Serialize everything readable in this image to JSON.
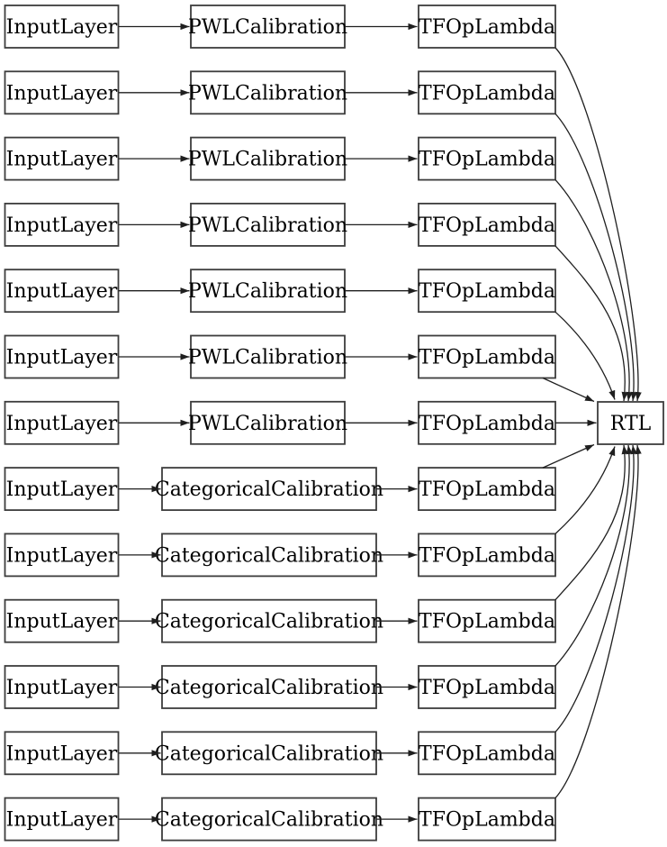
{
  "diagram": {
    "rtl_label": "RTL",
    "rows": [
      {
        "input_label": "InputLayer",
        "calibration_label": "PWLCalibration",
        "calibration_type": "pwl",
        "op_label": "TFOpLambda"
      },
      {
        "input_label": "InputLayer",
        "calibration_label": "PWLCalibration",
        "calibration_type": "pwl",
        "op_label": "TFOpLambda"
      },
      {
        "input_label": "InputLayer",
        "calibration_label": "PWLCalibration",
        "calibration_type": "pwl",
        "op_label": "TFOpLambda"
      },
      {
        "input_label": "InputLayer",
        "calibration_label": "PWLCalibration",
        "calibration_type": "pwl",
        "op_label": "TFOpLambda"
      },
      {
        "input_label": "InputLayer",
        "calibration_label": "PWLCalibration",
        "calibration_type": "pwl",
        "op_label": "TFOpLambda"
      },
      {
        "input_label": "InputLayer",
        "calibration_label": "PWLCalibration",
        "calibration_type": "pwl",
        "op_label": "TFOpLambda"
      },
      {
        "input_label": "InputLayer",
        "calibration_label": "PWLCalibration",
        "calibration_type": "pwl",
        "op_label": "TFOpLambda"
      },
      {
        "input_label": "InputLayer",
        "calibration_label": "CategoricalCalibration",
        "calibration_type": "categorical",
        "op_label": "TFOpLambda"
      },
      {
        "input_label": "InputLayer",
        "calibration_label": "CategoricalCalibration",
        "calibration_type": "categorical",
        "op_label": "TFOpLambda"
      },
      {
        "input_label": "InputLayer",
        "calibration_label": "CategoricalCalibration",
        "calibration_type": "categorical",
        "op_label": "TFOpLambda"
      },
      {
        "input_label": "InputLayer",
        "calibration_label": "CategoricalCalibration",
        "calibration_type": "categorical",
        "op_label": "TFOpLambda"
      },
      {
        "input_label": "InputLayer",
        "calibration_label": "CategoricalCalibration",
        "calibration_type": "categorical",
        "op_label": "TFOpLambda"
      },
      {
        "input_label": "InputLayer",
        "calibration_label": "CategoricalCalibration",
        "calibration_type": "categorical",
        "op_label": "TFOpLambda"
      }
    ],
    "colors": {
      "background": "#ffffff",
      "node_fill": "#ffffff",
      "node_border": "#3d3d3d",
      "edge_color": "#1f1f1f",
      "text_color": "#000000"
    }
  }
}
